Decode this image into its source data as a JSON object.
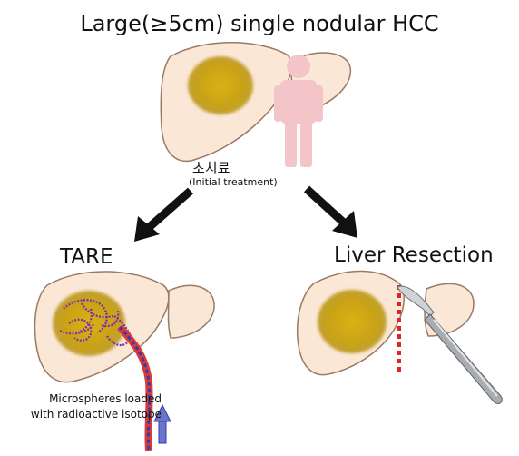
{
  "title": "Large(≥5cm) single nodular HCC",
  "arrows": {
    "korean_label": "초치료",
    "english_label": "(Initial treatment)"
  },
  "left_panel": {
    "label": "TARE",
    "caption_line1": "Microspheres loaded",
    "caption_line2": "with radioactive isotope"
  },
  "right_panel": {
    "label": "Liver Resection"
  },
  "colors": {
    "liver_fill": "#fbe7d6",
    "liver_stroke": "#9a7a66",
    "tumor": "#c9a214",
    "figure": "#f4c5c8",
    "arrow": "#111111",
    "resection_line": "#d9262b",
    "catheter_red": "#d83a3a",
    "catheter_blue": "#2f3db0",
    "microsphere_purple": "#7b2fb0"
  }
}
